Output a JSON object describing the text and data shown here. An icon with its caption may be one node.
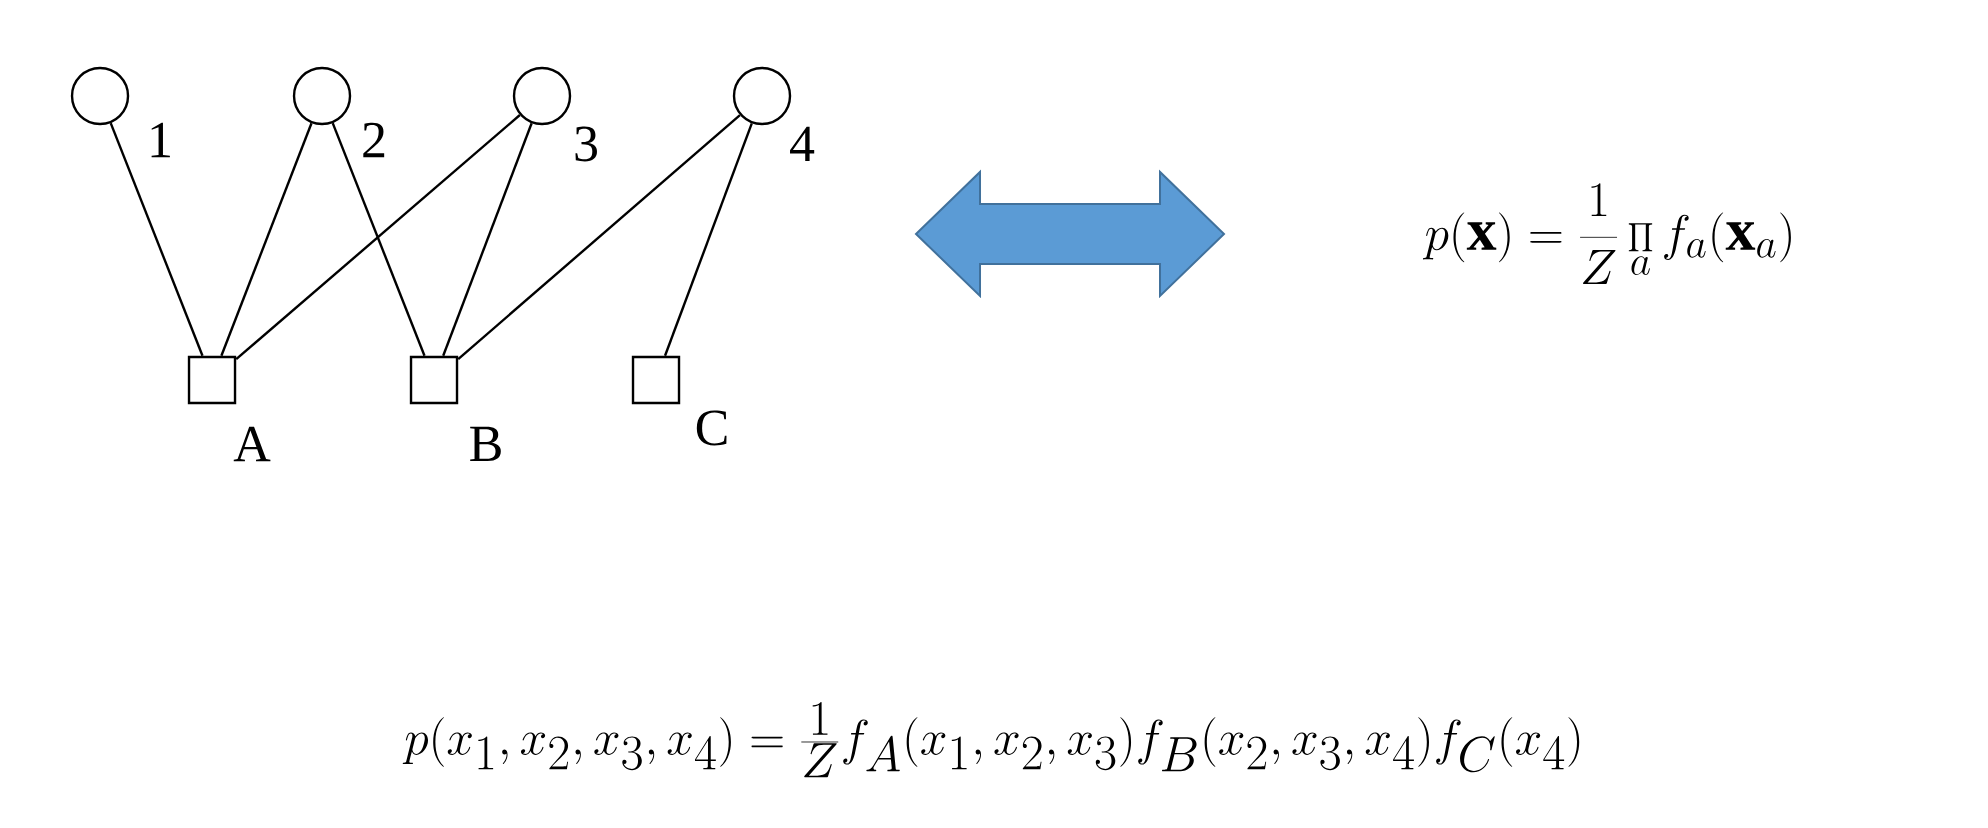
{
  "diagram": {
    "nodes": [
      {
        "text": [],
        "shape": "circle",
        "beside": [
          "1"
        ]
      },
      {
        "text": [],
        "shape": "circle",
        "beside": [
          "2"
        ]
      },
      {
        "text": [],
        "shape": "circle",
        "beside": [
          "3"
        ]
      },
      {
        "text": [],
        "shape": "circle",
        "beside": [
          "4"
        ]
      },
      {
        "text": [],
        "shape": "box",
        "beside": [
          "A"
        ]
      },
      {
        "text": [],
        "shape": "box",
        "beside": [
          "B"
        ]
      },
      {
        "text": [],
        "shape": "box",
        "beside": [
          "C"
        ]
      }
    ],
    "edges": [
      {
        "from": 0,
        "to": 4,
        "arrow": "none"
      },
      {
        "from": 1,
        "to": 4,
        "arrow": "none"
      },
      {
        "from": 1,
        "to": 5,
        "arrow": "none"
      },
      {
        "from": 2,
        "to": 4,
        "arrow": "none"
      },
      {
        "from": 2,
        "to": 5,
        "arrow": "none"
      },
      {
        "from": 3,
        "to": 5,
        "arrow": "none"
      },
      {
        "from": 3,
        "to": 6,
        "arrow": "none"
      }
    ],
    "labels": [
      "p(\\mathbf{x}) = \\frac{1}{Z}\\prod_{a} f_{a}(\\mathbf{x}_{a})",
      "p(x_1,x_2,x_3,x_4) = \\frac{1}{Z} f_A(x_1,x_2,x_3) f_B(x_2,x_3,x_4) f_C(x_4)"
    ]
  }
}
